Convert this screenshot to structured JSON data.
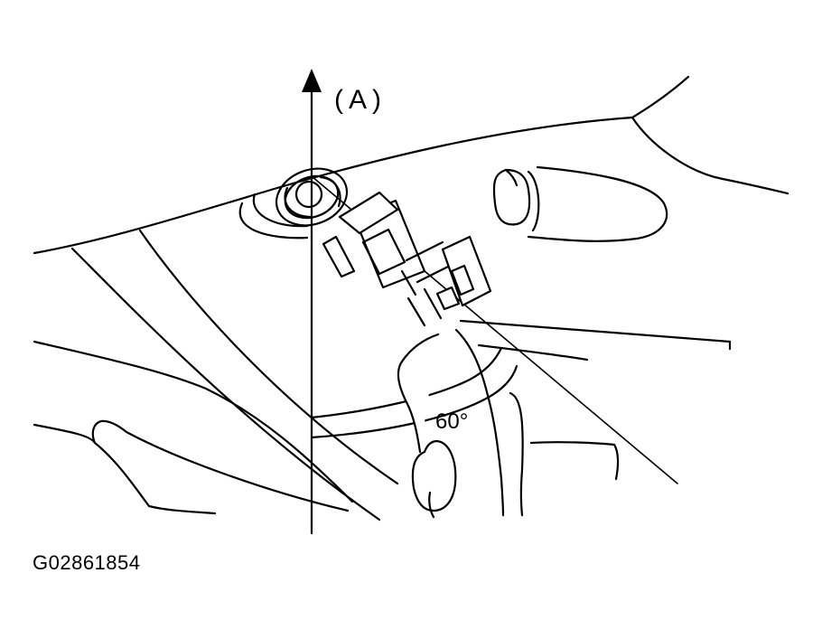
{
  "diagram": {
    "direction_label": "(A)",
    "angle_label": "60°",
    "figure_id": "G02861854"
  }
}
